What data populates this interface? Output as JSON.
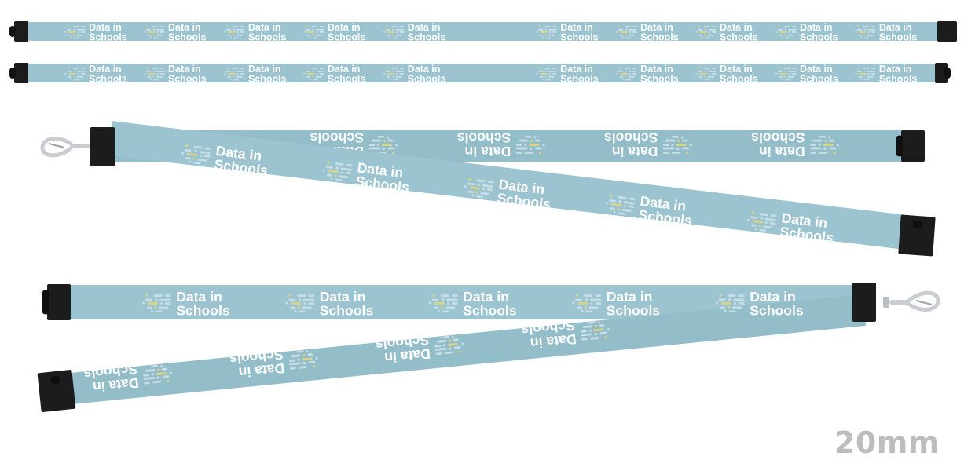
{
  "logo": {
    "line1": "Data in",
    "line2": "Schools"
  },
  "size_label": "20mm",
  "colors": {
    "strap": "#9bc4d0",
    "strap_back": "#94bdca",
    "clip": "#1c1c1c",
    "metal": "#c9ccd0",
    "dot_blue": "#c7dde6",
    "dot_yellow": "#d8d48a",
    "label_grey": "#bdbdbd"
  },
  "icons": {
    "logo_mark": "data-dots-icon",
    "safety_buckle": "safety-buckle-icon",
    "swivel_hook": "swivel-hook-icon"
  }
}
